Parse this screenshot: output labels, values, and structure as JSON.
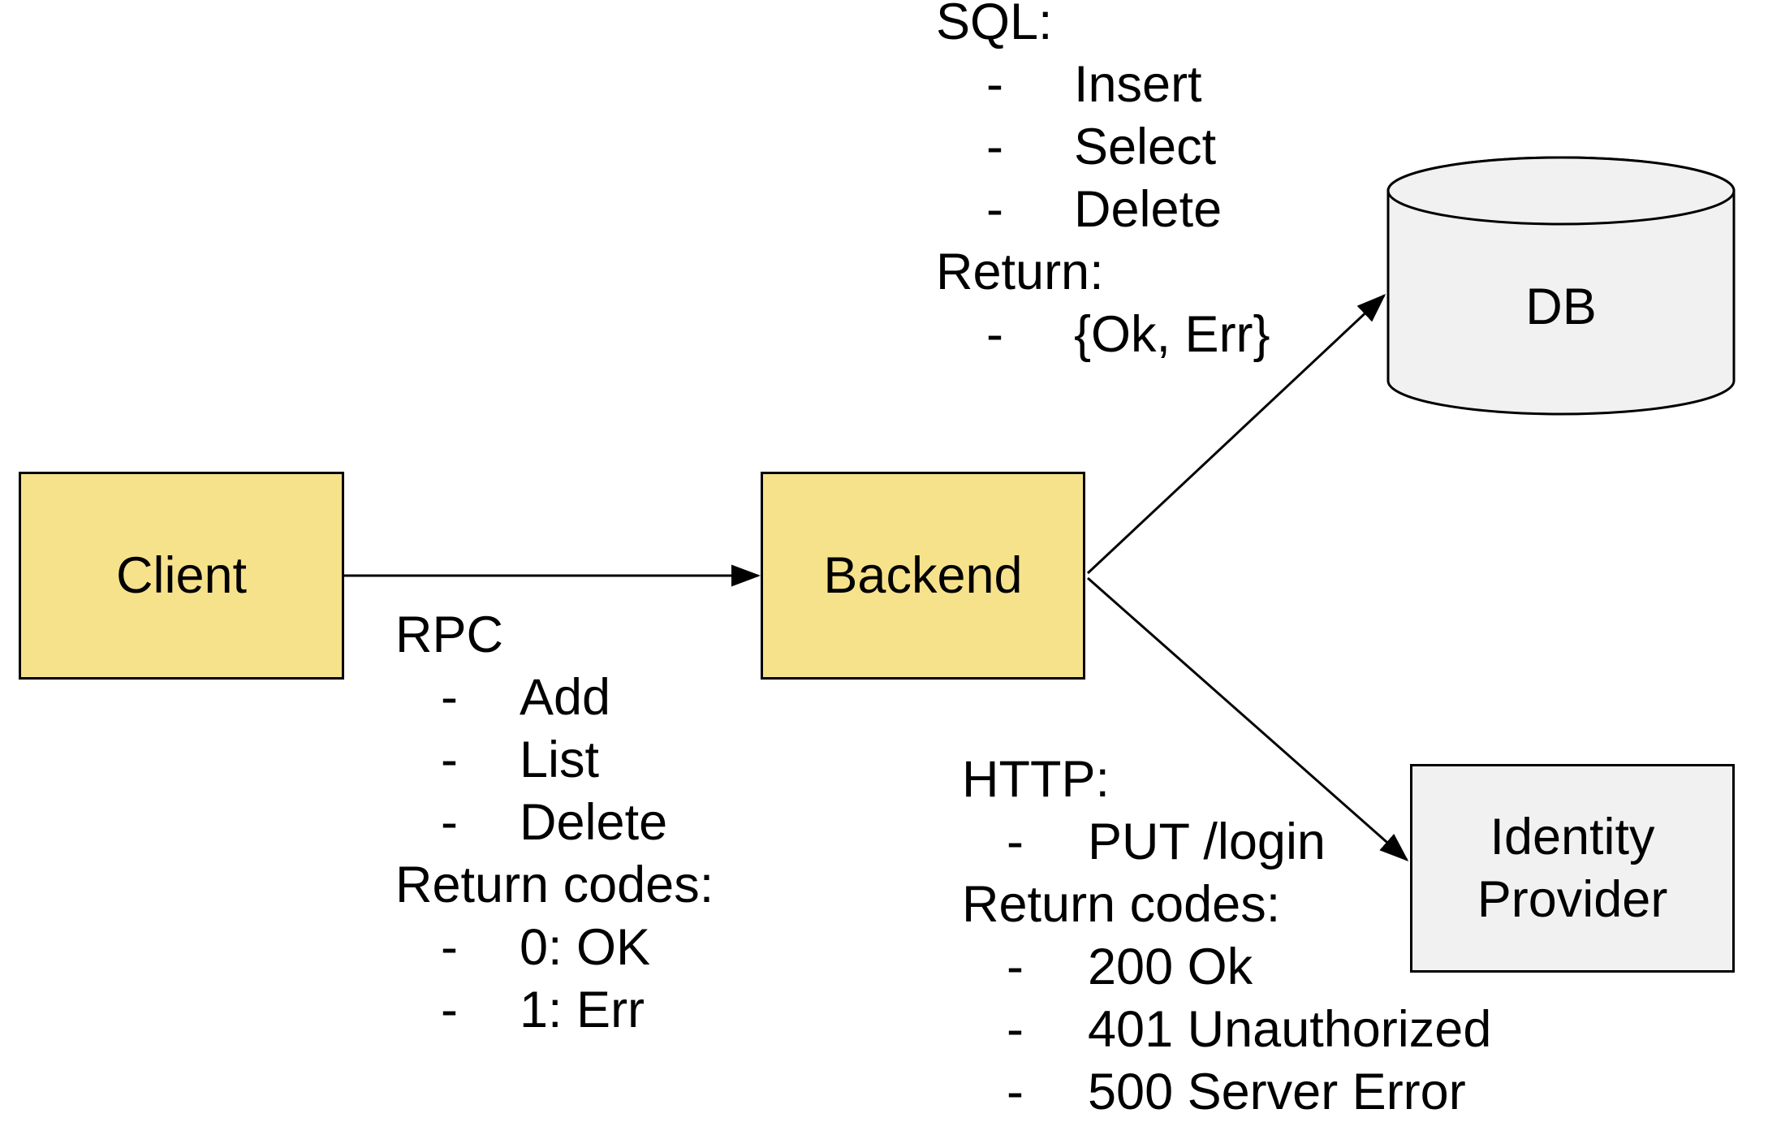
{
  "colors": {
    "background": "#ffffff",
    "node_yellow": "#f7e28c",
    "node_gray": "#f1f1f1",
    "stroke": "#000000",
    "text": "#000000"
  },
  "bullet_char": "-",
  "nodes": {
    "client": {
      "label": "Client",
      "shape": "rect"
    },
    "backend": {
      "label": "Backend",
      "shape": "rect"
    },
    "db": {
      "label": "DB",
      "shape": "cylinder"
    },
    "identity_provider": {
      "line1": "Identity",
      "line2": "Provider",
      "shape": "rect"
    }
  },
  "edges": [
    {
      "from": "Client",
      "to": "Backend",
      "protocol": "RPC"
    },
    {
      "from": "Backend",
      "to": "DB",
      "protocol": "SQL"
    },
    {
      "from": "Backend",
      "to": "Identity Provider",
      "protocol": "HTTP"
    }
  ],
  "annotations": {
    "rpc": {
      "lines": [
        {
          "kind": "heading",
          "text": "RPC"
        },
        {
          "kind": "bullet",
          "text": "Add"
        },
        {
          "kind": "bullet",
          "text": "List"
        },
        {
          "kind": "bullet",
          "text": "Delete"
        },
        {
          "kind": "heading",
          "text": "Return codes:"
        },
        {
          "kind": "bullet",
          "text": "0: OK"
        },
        {
          "kind": "bullet",
          "text": "1: Err"
        }
      ]
    },
    "sql": {
      "lines": [
        {
          "kind": "heading",
          "text": "SQL:"
        },
        {
          "kind": "bullet",
          "text": "Insert"
        },
        {
          "kind": "bullet",
          "text": "Select"
        },
        {
          "kind": "bullet",
          "text": "Delete"
        },
        {
          "kind": "heading",
          "text": "Return:"
        },
        {
          "kind": "bullet",
          "text": "{Ok, Err}"
        }
      ]
    },
    "http": {
      "lines": [
        {
          "kind": "heading",
          "text": "HTTP:"
        },
        {
          "kind": "bullet",
          "text": "PUT /login"
        },
        {
          "kind": "heading",
          "text": "Return codes:"
        },
        {
          "kind": "bullet",
          "text": "200 Ok"
        },
        {
          "kind": "bullet",
          "text": "401 Unauthorized"
        },
        {
          "kind": "bullet",
          "text": "500 Server Error"
        }
      ]
    }
  }
}
